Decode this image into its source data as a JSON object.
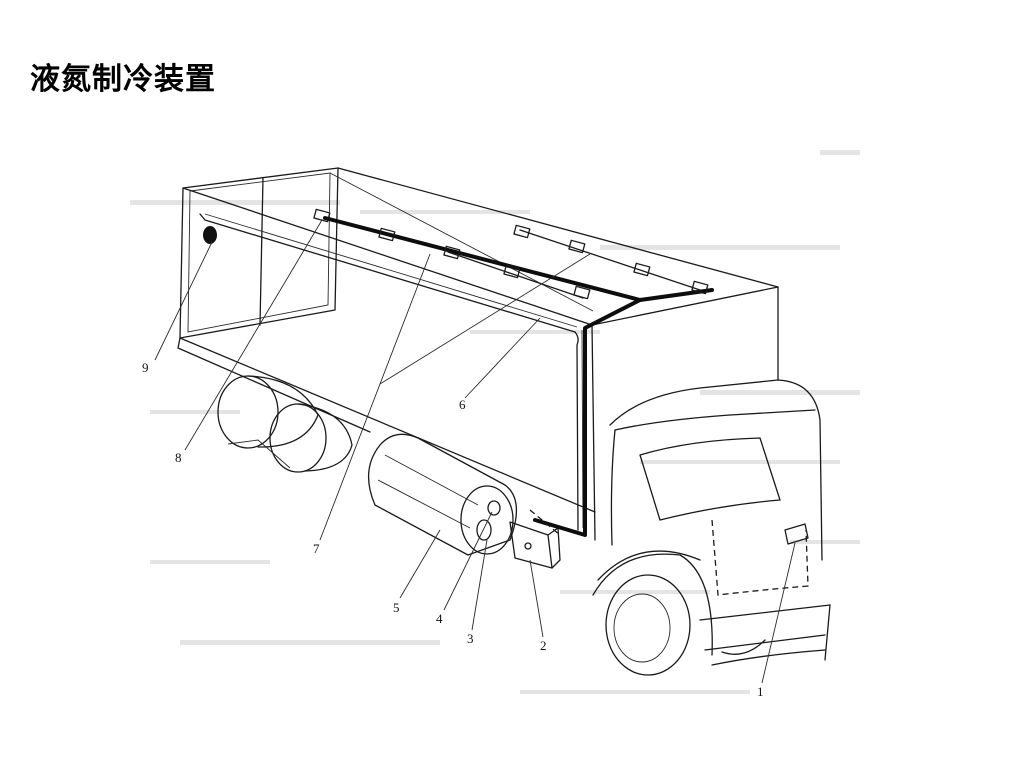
{
  "slide": {
    "title": "液氮制冷装置"
  },
  "diagram": {
    "callouts": [
      {
        "id": "1",
        "label": "1"
      },
      {
        "id": "2",
        "label": "2"
      },
      {
        "id": "3",
        "label": "3"
      },
      {
        "id": "4",
        "label": "4"
      },
      {
        "id": "5",
        "label": "5"
      },
      {
        "id": "6",
        "label": "6"
      },
      {
        "id": "7",
        "label": "7"
      },
      {
        "id": "8",
        "label": "8"
      },
      {
        "id": "9",
        "label": "9"
      }
    ],
    "colors": {
      "line": "#1a1a1a",
      "background": "#ffffff",
      "ghost_text": "#e4e4e4"
    }
  }
}
